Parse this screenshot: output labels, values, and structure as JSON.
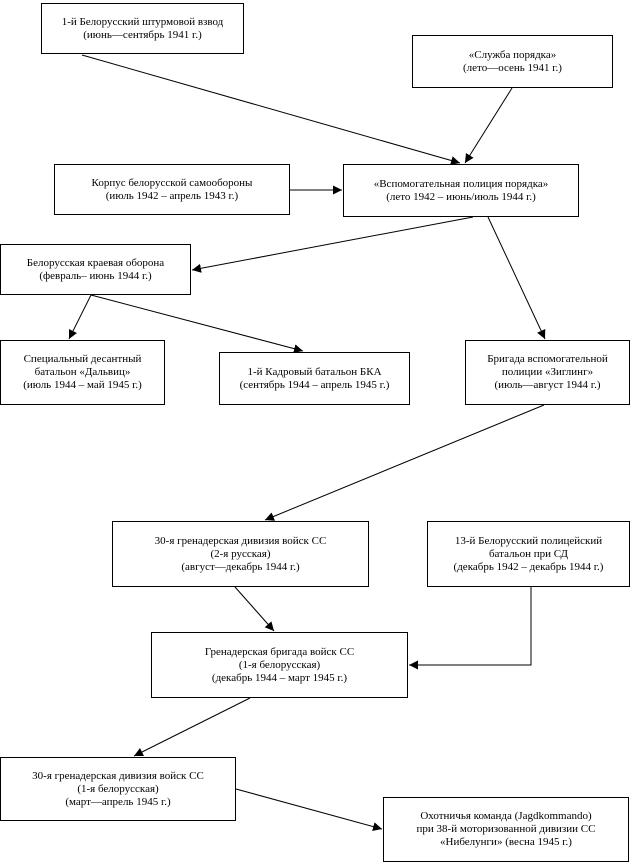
{
  "nodes": {
    "n1": {
      "lines": [
        "1-й Белорусский штурмовой взвод",
        "(июнь—сентябрь 1941 г.)"
      ]
    },
    "n2": {
      "lines": [
        "«Служба порядка»",
        "(лето—осень 1941 г.)"
      ]
    },
    "n3": {
      "lines": [
        "Корпус белорусской самообороны",
        "(июль 1942 – апрель 1943 г.)"
      ]
    },
    "n4": {
      "lines": [
        "«Вспомогательная полиция порядка»",
        "(лето 1942 – июнь/июль 1944 г.)"
      ]
    },
    "n5": {
      "lines": [
        "Белорусская краевая оборона",
        "(февраль– июнь 1944 г.)"
      ]
    },
    "n6": {
      "lines": [
        "Специальный десантный",
        "батальон «Дальвиц»",
        "(июль 1944 – май 1945 г.)"
      ]
    },
    "n7": {
      "lines": [
        "1-й Кадровый батальон БКА",
        "(сентябрь 1944 – апрель 1945 г.)"
      ]
    },
    "n8": {
      "lines": [
        "Бригада вспомогательной",
        "полиции «Зиглинг»",
        "(июль—август 1944 г.)"
      ]
    },
    "n9": {
      "lines": [
        "30-я гренадерская дивизия войск СС",
        "(2-я русская)",
        "(август—декабрь 1944 г.)"
      ]
    },
    "n10": {
      "lines": [
        "13-й Белорусский полицейский",
        "батальон при СД",
        "(декабрь 1942 – декабрь 1944 г.)"
      ]
    },
    "n11": {
      "lines": [
        "Гренадерская бригада войск СС",
        "(1-я белорусская)",
        "(декабрь 1944 – март 1945 г.)"
      ]
    },
    "n12": {
      "lines": [
        "30-я гренадерская дивизия войск СС",
        "(1-я белорусская)",
        "(март—апрель 1945 г.)"
      ]
    },
    "n13": {
      "lines": [
        "Охотничья команда (Jagdkommando)",
        "при 38-й моторизованной дивизии СС",
        "«Нибелунги» (весна 1945 г.)"
      ]
    }
  }
}
